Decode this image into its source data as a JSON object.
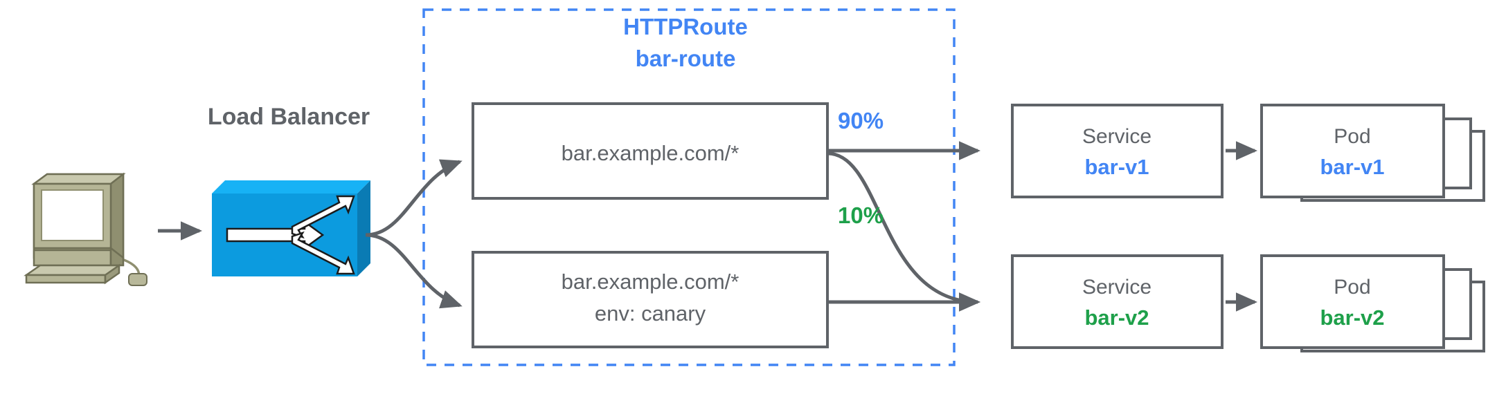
{
  "diagram": {
    "title": "Gateway API HTTPRoute canary traffic split",
    "colors": {
      "blue": "#4285f4",
      "green": "#1ea04a",
      "gray": "#5f6368",
      "lb_blue": "#0c9bdf",
      "lb_blue_top": "#17b2f5",
      "lb_blue_side": "#0a7bb4",
      "monitor_body": "#a8a887",
      "monitor_top": "#c3c3a6",
      "monitor_shade": "#8f8f70",
      "background": "#ffffff"
    }
  },
  "client": {
    "icon": "desktop-computer-icon"
  },
  "load_balancer": {
    "label": "Load Balancer",
    "icon": "load-balancer-switch-icon"
  },
  "httproute_group": {
    "kind_label": "HTTPRoute",
    "name_label": "bar-route"
  },
  "rules": [
    {
      "id": "rule-primary",
      "lines": [
        "bar.example.com/*"
      ]
    },
    {
      "id": "rule-canary",
      "lines": [
        "bar.example.com/*",
        "env: canary"
      ]
    }
  ],
  "weights": [
    {
      "id": "weight-90",
      "label": "90%",
      "color": "blue"
    },
    {
      "id": "weight-10",
      "label": "10%",
      "color": "green"
    }
  ],
  "services": [
    {
      "id": "service-bar-v1",
      "kind": "Service",
      "name": "bar-v1",
      "color": "blue"
    },
    {
      "id": "service-bar-v2",
      "kind": "Service",
      "name": "bar-v2",
      "color": "green"
    }
  ],
  "pods": [
    {
      "id": "pod-bar-v1",
      "kind": "Pod",
      "name": "bar-v1",
      "color": "blue",
      "replicas": 3
    },
    {
      "id": "pod-bar-v2",
      "kind": "Pod",
      "name": "bar-v2",
      "color": "green",
      "replicas": 3
    }
  ]
}
